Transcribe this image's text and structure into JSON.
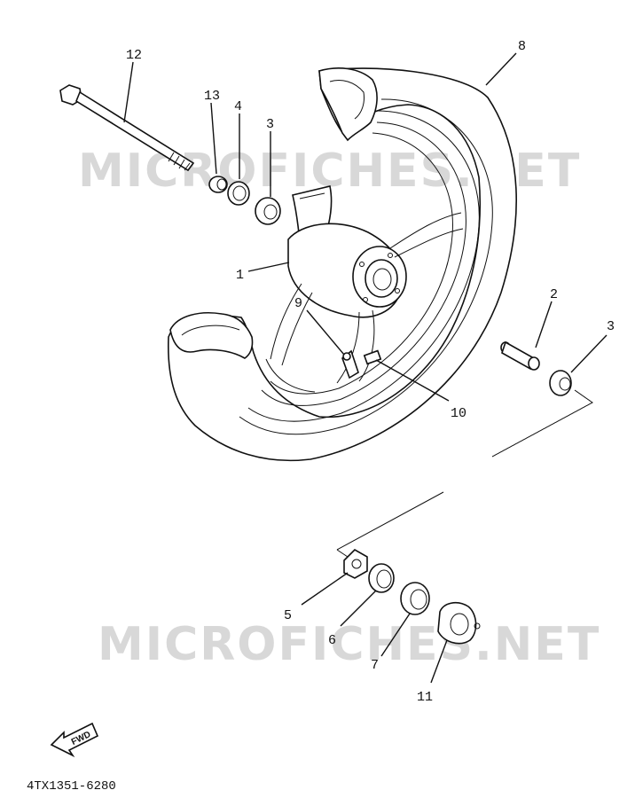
{
  "watermark_text": "MICROFICHES.NET",
  "diagram_code": "4TX1351-6280",
  "fwd_label": "FWD",
  "callouts": {
    "c1": "1",
    "c2": "2",
    "c3a": "3",
    "c3b": "3",
    "c4": "4",
    "c5": "5",
    "c6": "6",
    "c7": "7",
    "c8": "8",
    "c9": "9",
    "c10": "10",
    "c11": "11",
    "c12": "12",
    "c13": "13"
  },
  "colors": {
    "ink": "#111111",
    "watermark": "#d8d8d8",
    "paper": "#ffffff"
  }
}
